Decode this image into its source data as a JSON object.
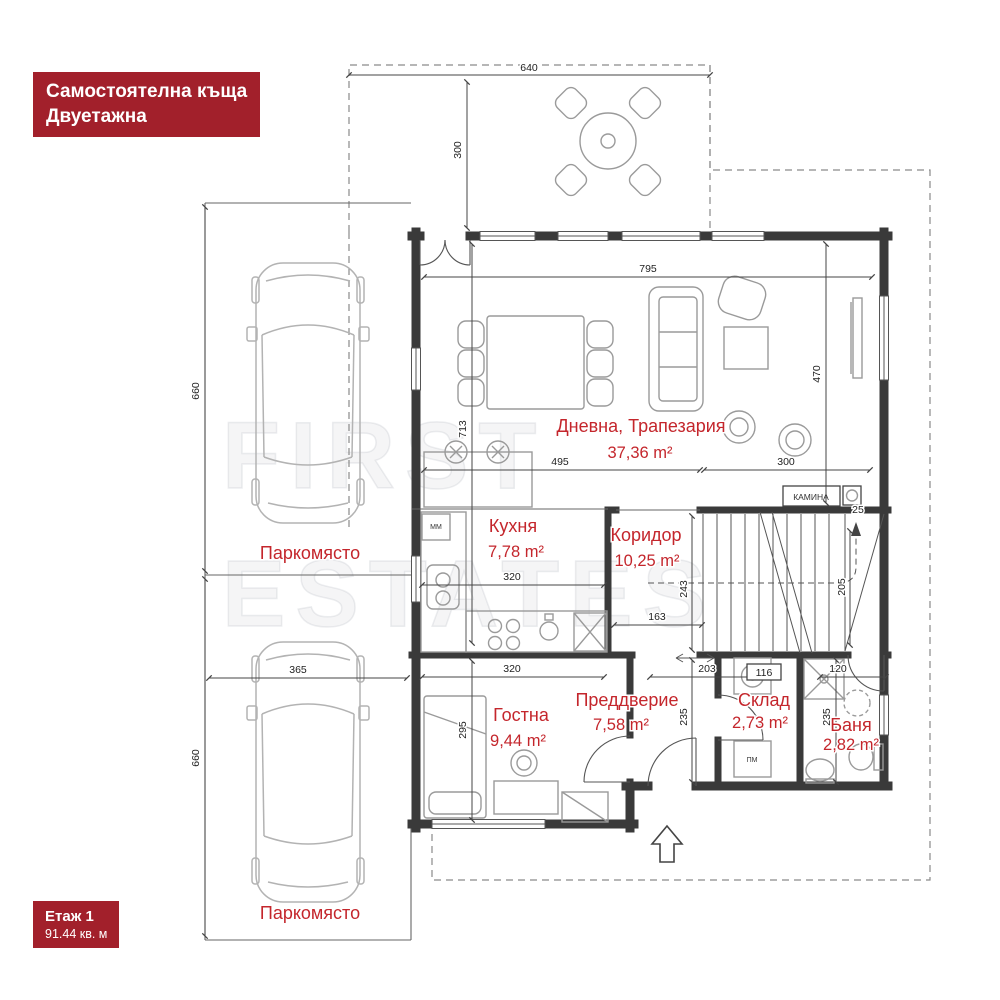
{
  "badges": {
    "top": {
      "line1": "Самостоятелна къща",
      "line2": "Двуетажна"
    },
    "bottom": {
      "line1": "Етаж 1",
      "line2": "91.44 кв. м"
    }
  },
  "rooms": {
    "living": {
      "name": "Дневна, Трапезария",
      "area": "37,36 m²"
    },
    "kitchen": {
      "name": "Кухня",
      "area": "7,78 m²"
    },
    "corridor": {
      "name": "Коридор",
      "area": "10,25 m²"
    },
    "guest": {
      "name": "Гостна",
      "area": "9,44 m²"
    },
    "vestibule": {
      "name": "Преддверие",
      "area": "7,58 m²"
    },
    "storage": {
      "name": "Склад",
      "area": "2,73 m²"
    },
    "bath": {
      "name": "Баня",
      "area": "2,82 m²"
    }
  },
  "parking": {
    "space1": "Паркомясто",
    "space2": "Паркомясто"
  },
  "labels": {
    "fireplace": "КАМИНА",
    "washer": "ПМ",
    "microwave": "ММ"
  },
  "dimensions": {
    "terrace_width": "640",
    "terrace_depth": "300",
    "living_width": "795",
    "parking1_length": "660",
    "parking2_length": "660",
    "parking_width": "365",
    "left_depth": "713",
    "dining_width": "495",
    "living_depth_right": "470",
    "stairs_width": "300",
    "kitchen_width": "320",
    "guest_width": "320",
    "corridor_width": "163",
    "vestibule_width": "203",
    "storage_niche": "116",
    "bath_width": "120",
    "bath_depth": "235",
    "vestibule_depth": "235",
    "corridor_depth": "243",
    "guest_depth": "295",
    "stair_run": "205",
    "stair_offset": "25"
  },
  "watermark": {
    "line1": "FIRST",
    "line2": "ESTATES"
  },
  "colors": {
    "badge_red": "#a2202b",
    "room_label_red": "#c4262c",
    "wall": "#3a3a3a",
    "furniture_gray": "#9a9a9a"
  }
}
